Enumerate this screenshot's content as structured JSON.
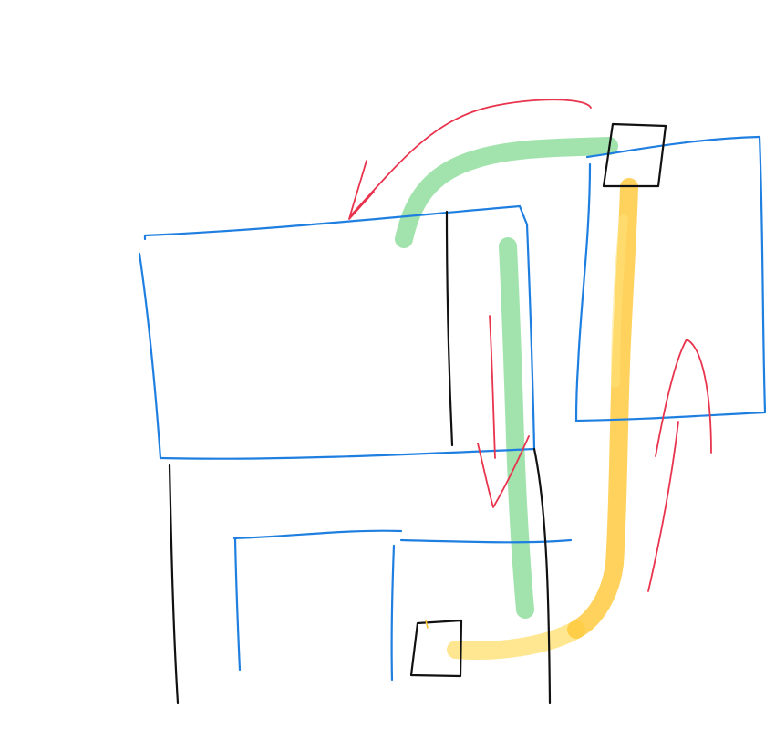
{
  "diagram": {
    "colors": {
      "background": "#ffffff",
      "boundary": "#1f7fe0",
      "outline": "#111111",
      "flow_arrow": "#e8344d",
      "route_green": "#8edd9b",
      "route_yellow_light": "#ffe27a",
      "route_yellow": "#ffc839"
    },
    "elements": [
      {
        "name": "left-box",
        "kind": "boundary"
      },
      {
        "name": "right-box",
        "kind": "boundary"
      },
      {
        "name": "bottom-box",
        "kind": "boundary"
      },
      {
        "name": "top-right-square",
        "kind": "outline"
      },
      {
        "name": "bottom-square",
        "kind": "outline"
      },
      {
        "name": "green-route",
        "kind": "highlight"
      },
      {
        "name": "yellow-route",
        "kind": "highlight"
      },
      {
        "name": "red-arrows",
        "kind": "annotation"
      }
    ]
  }
}
